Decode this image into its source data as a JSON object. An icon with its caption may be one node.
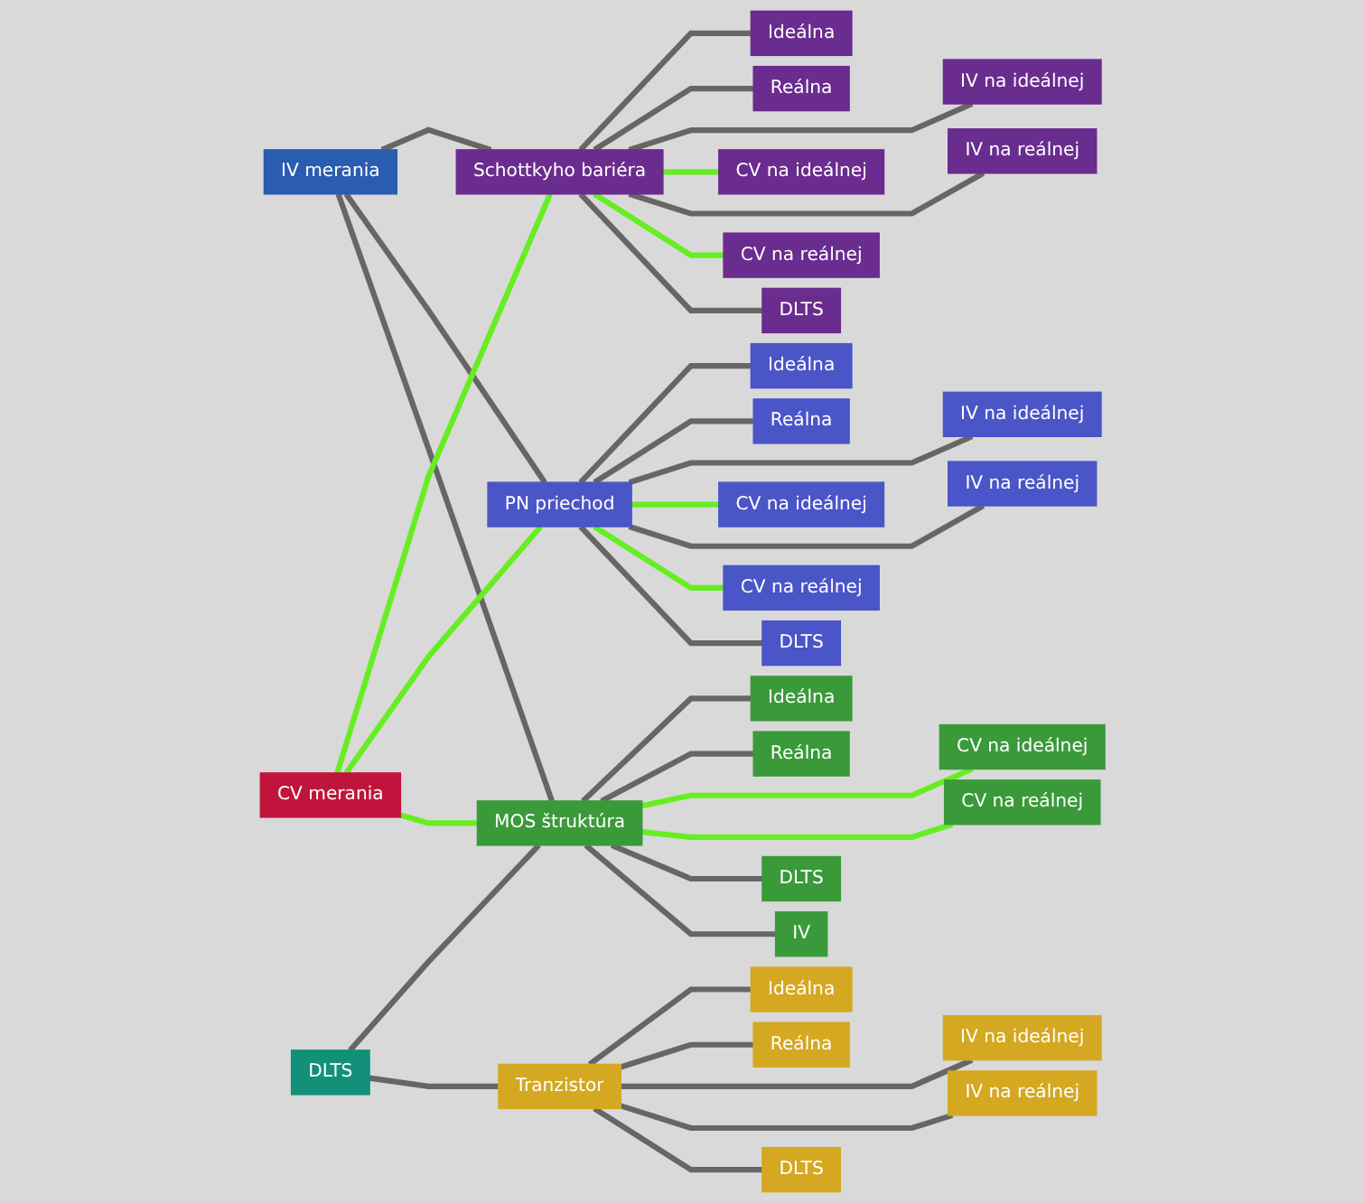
{
  "diagram": {
    "nodes": [
      {
        "text": [
          "IV merania"
        ]
      },
      {
        "text": [
          "CV merania"
        ]
      },
      {
        "text": [
          "DLTS"
        ]
      },
      {
        "text": [
          "Schottkyho bariéra"
        ]
      },
      {
        "text": [
          "PN priechod"
        ]
      },
      {
        "text": [
          "MOS štruktúra"
        ]
      },
      {
        "text": [
          "Tranzistor"
        ]
      },
      {
        "text": [
          "Ideálna"
        ]
      },
      {
        "text": [
          "IV na ideálnej"
        ]
      },
      {
        "text": [
          "CV na ideálnej"
        ]
      },
      {
        "text": [
          "Reálna"
        ]
      },
      {
        "text": [
          "IV na reálnej"
        ]
      },
      {
        "text": [
          "CV na reálnej"
        ]
      },
      {
        "text": [
          "DLTS"
        ]
      },
      {
        "text": [
          "Ideálna"
        ]
      },
      {
        "text": [
          "IV na ideálnej"
        ]
      },
      {
        "text": [
          "CV na ideálnej"
        ]
      },
      {
        "text": [
          "Reálna"
        ]
      },
      {
        "text": [
          "IV na reálnej"
        ]
      },
      {
        "text": [
          "CV na reálnej"
        ]
      },
      {
        "text": [
          "DLTS"
        ]
      },
      {
        "text": [
          "Ideálna"
        ]
      },
      {
        "text": [
          "CV na ideálnej"
        ]
      },
      {
        "text": [
          "Reálna"
        ]
      },
      {
        "text": [
          "CV na reálnej"
        ]
      },
      {
        "text": [
          "DLTS"
        ]
      },
      {
        "text": [
          "IV"
        ]
      },
      {
        "text": [
          "Ideálna"
        ]
      },
      {
        "text": [
          "IV na ideálnej"
        ]
      },
      {
        "text": [
          "Reálna"
        ]
      },
      {
        "text": [
          "IV na reálnej"
        ]
      },
      {
        "text": [
          "DLTS"
        ]
      }
    ],
    "edges": [
      {
        "from": 0,
        "to": 3,
        "arrow": "none"
      },
      {
        "from": 0,
        "to": 4,
        "arrow": "none"
      },
      {
        "from": 0,
        "to": 5,
        "arrow": "none"
      },
      {
        "from": 1,
        "to": 3,
        "arrow": "none",
        "color": "#66ee22"
      },
      {
        "from": 1,
        "to": 4,
        "arrow": "none",
        "color": "#66ee22"
      },
      {
        "from": 1,
        "to": 5,
        "arrow": "none",
        "color": "#66ee22"
      },
      {
        "from": 2,
        "to": 5,
        "arrow": "none"
      },
      {
        "from": 2,
        "to": 6,
        "arrow": "none"
      },
      {
        "from": 3,
        "to": 7,
        "arrow": "none"
      },
      {
        "from": 3,
        "to": 10,
        "arrow": "none"
      },
      {
        "from": 3,
        "to": 8,
        "arrow": "none"
      },
      {
        "from": 3,
        "to": 9,
        "arrow": "none",
        "color": "#66ee22"
      },
      {
        "from": 3,
        "to": 11,
        "arrow": "none"
      },
      {
        "from": 3,
        "to": 12,
        "arrow": "none",
        "color": "#66ee22"
      },
      {
        "from": 3,
        "to": 13,
        "arrow": "none"
      },
      {
        "from": 4,
        "to": 14,
        "arrow": "none"
      },
      {
        "from": 4,
        "to": 17,
        "arrow": "none"
      },
      {
        "from": 4,
        "to": 15,
        "arrow": "none"
      },
      {
        "from": 4,
        "to": 16,
        "arrow": "none",
        "color": "#66ee22"
      },
      {
        "from": 4,
        "to": 18,
        "arrow": "none"
      },
      {
        "from": 4,
        "to": 19,
        "arrow": "none",
        "color": "#66ee22"
      },
      {
        "from": 4,
        "to": 20,
        "arrow": "none"
      },
      {
        "from": 5,
        "to": 21,
        "arrow": "none"
      },
      {
        "from": 5,
        "to": 23,
        "arrow": "none"
      },
      {
        "from": 5,
        "to": 22,
        "arrow": "none",
        "color": "#66ee22"
      },
      {
        "from": 5,
        "to": 24,
        "arrow": "none",
        "color": "#66ee22"
      },
      {
        "from": 5,
        "to": 25,
        "arrow": "none"
      },
      {
        "from": 5,
        "to": 26,
        "arrow": "none"
      },
      {
        "from": 6,
        "to": 27,
        "arrow": "none"
      },
      {
        "from": 6,
        "to": 29,
        "arrow": "none"
      },
      {
        "from": 6,
        "to": 28,
        "arrow": "none"
      },
      {
        "from": 6,
        "to": 30,
        "arrow": "none"
      },
      {
        "from": 6,
        "to": 31,
        "arrow": "none"
      }
    ]
  }
}
